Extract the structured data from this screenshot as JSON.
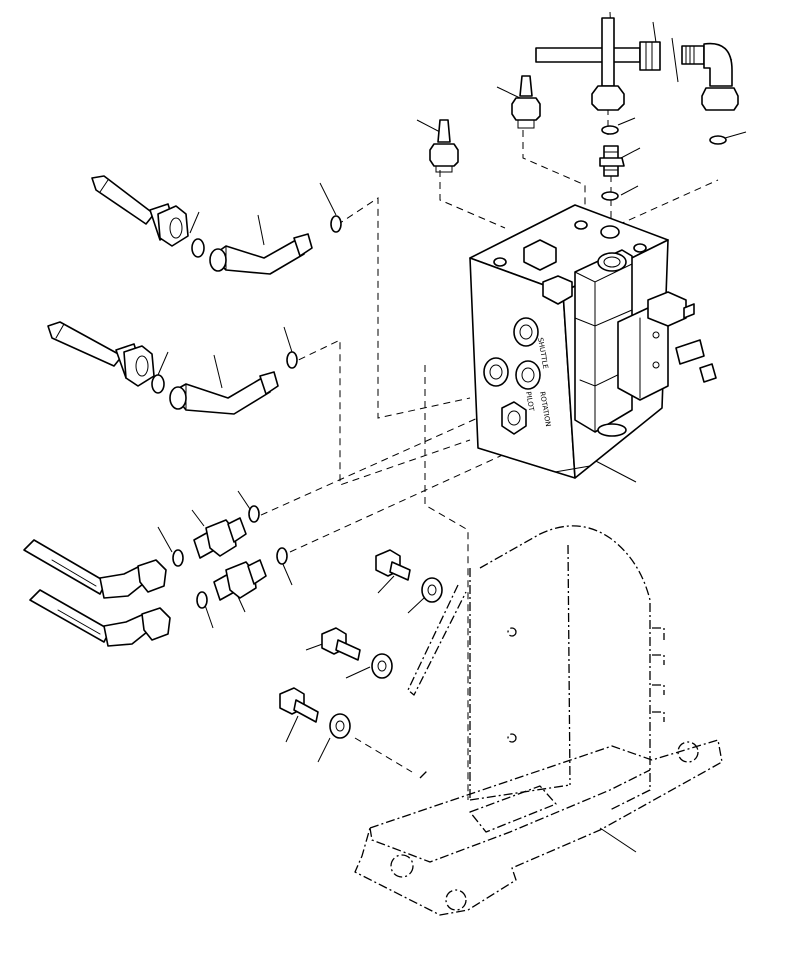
{
  "diagram": {
    "kind": "exploded-parts-view",
    "block_markings": [
      "SHUTTLE",
      "PILOT",
      "ROTATION"
    ],
    "colors": {
      "line": "#000000",
      "background": "#ffffff"
    }
  }
}
